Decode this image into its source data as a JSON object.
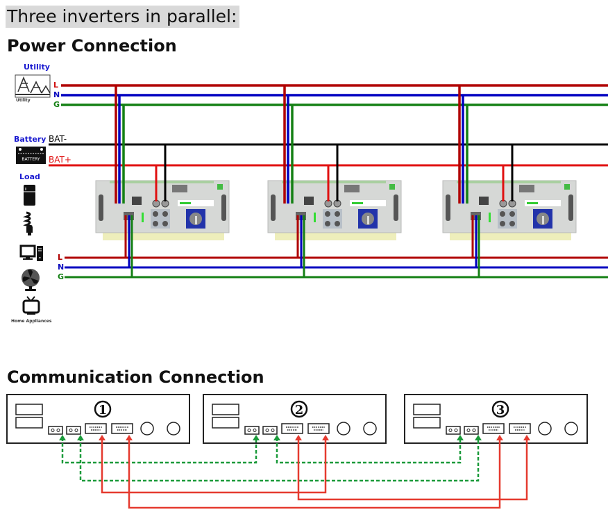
{
  "title": "Three inverters in parallel:",
  "power_section": {
    "heading": "Power Connection",
    "utility": {
      "label": "Utility",
      "icon_caption": "Utility",
      "icon": "utility-pylon-icon"
    },
    "battery": {
      "label": "Battery",
      "icon_caption": "BATTERY",
      "icon": "battery-icon",
      "neg_label": "BAT-",
      "pos_label": "BAT+"
    },
    "load": {
      "label": "Load",
      "icon_caption": "Home Appliances",
      "icons": [
        "fridge-icon",
        "bulb-icon",
        "computer-icon",
        "fan-icon",
        "tv-icon"
      ]
    },
    "input_lines": [
      "L",
      "N",
      "G"
    ],
    "output_lines": [
      "L",
      "N",
      "G"
    ],
    "inverter_count": 3
  },
  "comm_section": {
    "heading": "Communication Connection",
    "units": [
      {
        "number": "①"
      },
      {
        "number": "②"
      },
      {
        "number": "③"
      }
    ]
  },
  "colors": {
    "line_L": "#b00000",
    "line_N": "#0000c0",
    "line_G": "#148014",
    "bat_neg": "#000000",
    "bat_pos": "#e01010",
    "label_blue": "#1a1ad0",
    "comm_green": "#1a9a3a",
    "comm_red": "#e53a2f"
  }
}
